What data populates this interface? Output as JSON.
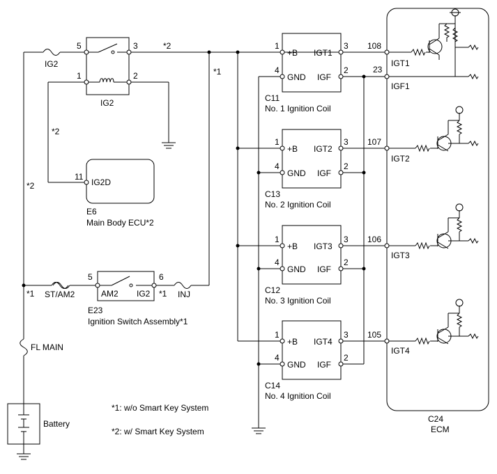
{
  "relay": {
    "pins": [
      "5",
      "3",
      "1",
      "2"
    ],
    "fuse_label": "IG2",
    "caption": "IG2"
  },
  "footnote_marks": {
    "relay_out": "*2",
    "inj_feed": "*1",
    "ecu_link": "*2",
    "left_branch": "*2",
    "ig_switch_left": "*1",
    "ig_switch_right": "*1"
  },
  "main_body_ecu": {
    "pin": "11",
    "terminal": "IG2D",
    "code": "E6",
    "name": "Main Body ECU*2"
  },
  "ignition_switch": {
    "pin_in": "5",
    "pin_out": "6",
    "term_in": "AM2",
    "term_out": "IG2",
    "fuse_left": "ST/AM2",
    "fuse_right": "INJ",
    "code": "E23",
    "name": "Ignition Switch Assembly*1"
  },
  "fl_main": "FL MAIN",
  "battery": "Battery",
  "coils": [
    {
      "code": "C11",
      "name": "No. 1 Ignition Coil",
      "pin_b": "1",
      "pin_gnd": "4",
      "pin_igt": "3",
      "pin_igf": "2",
      "t_b": "+B",
      "t_gnd": "GND",
      "t_igt": "IGT1",
      "t_igf": "IGF"
    },
    {
      "code": "C13",
      "name": "No. 2 Ignition Coil",
      "pin_b": "1",
      "pin_gnd": "4",
      "pin_igt": "3",
      "pin_igf": "2",
      "t_b": "+B",
      "t_gnd": "GND",
      "t_igt": "IGT2",
      "t_igf": "IGF"
    },
    {
      "code": "C12",
      "name": "No. 3 Ignition Coil",
      "pin_b": "1",
      "pin_gnd": "4",
      "pin_igt": "3",
      "pin_igf": "2",
      "t_b": "+B",
      "t_gnd": "GND",
      "t_igt": "IGT3",
      "t_igf": "IGF"
    },
    {
      "code": "C14",
      "name": "No. 4 Ignition Coil",
      "pin_b": "1",
      "pin_gnd": "4",
      "pin_igt": "3",
      "pin_igf": "2",
      "t_b": "+B",
      "t_gnd": "GND",
      "t_igt": "IGT4",
      "t_igf": "IGF"
    }
  ],
  "ecm": {
    "code": "C24",
    "name": "ECM",
    "pins": [
      "108",
      "23",
      "107",
      "106",
      "105"
    ],
    "terminals": [
      "IGT1",
      "IGF1",
      "IGT2",
      "IGT3",
      "IGT4"
    ]
  },
  "notes": [
    "*1: w/o Smart Key System",
    "*2: w/ Smart Key System"
  ]
}
